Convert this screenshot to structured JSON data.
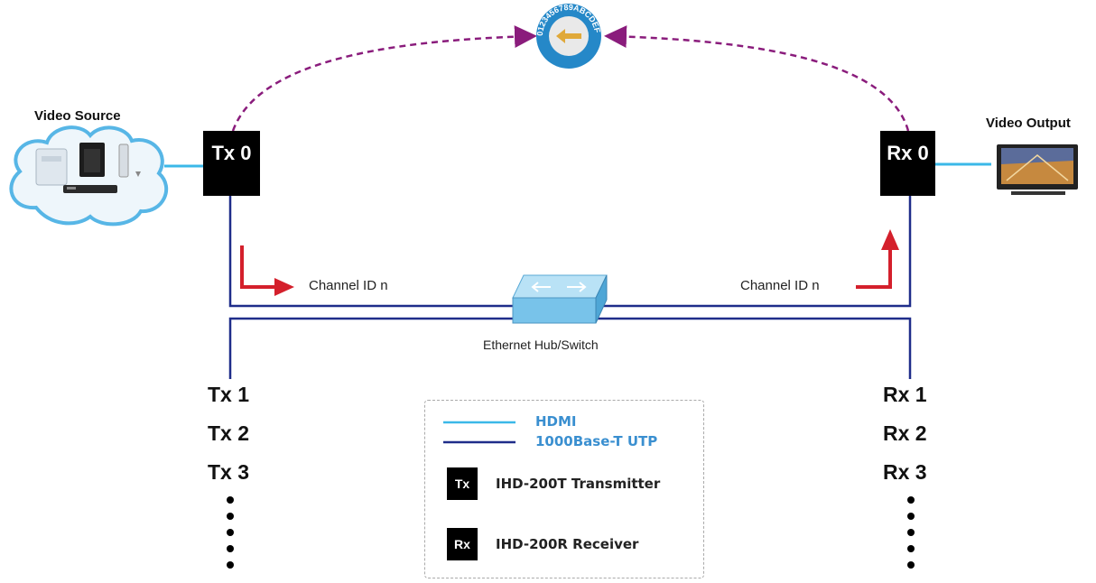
{
  "source_label": "Video Source",
  "output_label": "Video Output",
  "tx0_label": "Tx 0",
  "rx0_label": "Rx 0",
  "channel_left": "Channel ID n",
  "channel_right": "Channel ID n",
  "switch_label": "Ethernet Hub/Switch",
  "dial_text": "0123456789ABCDEF",
  "tx_list": [
    "Tx 1",
    "Tx 2",
    "Tx 3"
  ],
  "rx_list": [
    "Rx 1",
    "Rx 2",
    "Rx 3"
  ],
  "legend": {
    "hdmi": "HDMI",
    "utp": "1000Base-T UTP",
    "tx_box": "Tx",
    "tx_desc": "IHD-200T Transmitter",
    "rx_box": "Rx",
    "rx_desc": "IHD-200R Receiver"
  },
  "colors": {
    "hdmi_line": "#3bb8e8",
    "utp_line": "#1f2d8a",
    "dashed_arc": "#8a1c7c",
    "arrow_red": "#d4202c",
    "legend_text_blue": "#3a8fd0"
  },
  "icons": [
    "cloud-icon",
    "media-player-icon",
    "set-top-box-icon",
    "network-switch-icon",
    "tv-icon",
    "rotary-dial-icon"
  ]
}
